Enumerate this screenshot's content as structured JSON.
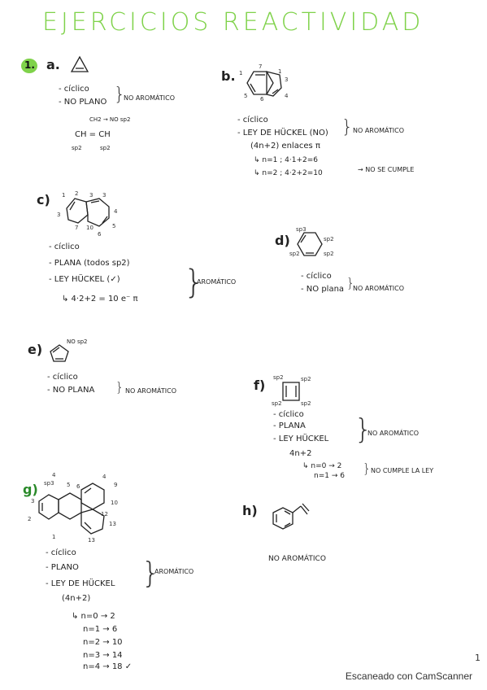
{
  "title": "EJERCICIOS REACTIVIDAD",
  "exercise_number": "1.",
  "a": {
    "label": "a.",
    "lines": [
      "- cíclico",
      "- NO PLANO"
    ],
    "result": "NO AROMÁTICO",
    "notes": [
      "CH2 → NO sp2",
      "CH = CH",
      "sp2",
      "sp2"
    ]
  },
  "b": {
    "label": "b.",
    "lines": [
      "- cíclico",
      "- LEY DE HÜCKEL (NO)",
      "(4n+2) enlaces π",
      "↳ n=1 ; 4·1+2=6",
      "↳ n=2 ; 4·2+2=10"
    ],
    "result": "NO AROMÁTICO",
    "result2": "→ NO SE CUMPLE"
  },
  "c": {
    "label": "c)",
    "lines": [
      "- cíclico",
      "- PLANA (todos sp2)",
      "- LEY HÜCKEL (✓)",
      "↳ 4·2+2 = 10 e⁻ π"
    ],
    "result": "AROMÁTICO"
  },
  "d": {
    "label": "d)",
    "lines": [
      "- cíclico",
      "- NO plana"
    ],
    "result": "NO AROMÁTICO"
  },
  "e": {
    "label": "e)",
    "note": "NO sp2",
    "lines": [
      "- cíclico",
      "- NO PLANA"
    ],
    "result": "NO AROMÁTICO"
  },
  "f": {
    "label": "f)",
    "lines": [
      "- cíclico",
      "- PLANA",
      "- LEY HÜCKEL",
      "4n+2",
      "↳ n=0 → 2",
      "n=1 → 6"
    ],
    "result": "NO AROMÁTICO",
    "result2": "NO CUMPLE LA LEY"
  },
  "g": {
    "label": "g)",
    "lines": [
      "- cíclico",
      "- PLANO",
      "- LEY DE HÜCKEL",
      "(4n+2)"
    ],
    "series": [
      "↳ n=0 → 2",
      "n=1 → 6",
      "n=2 → 10",
      "n=3 → 14",
      "n=4 → 18 ✓"
    ],
    "result": "AROMÁTICO"
  },
  "h": {
    "label": "h)",
    "result": "NO AROMÁTICO"
  },
  "page_number": "1",
  "footer": "Escaneado con CamScanner"
}
